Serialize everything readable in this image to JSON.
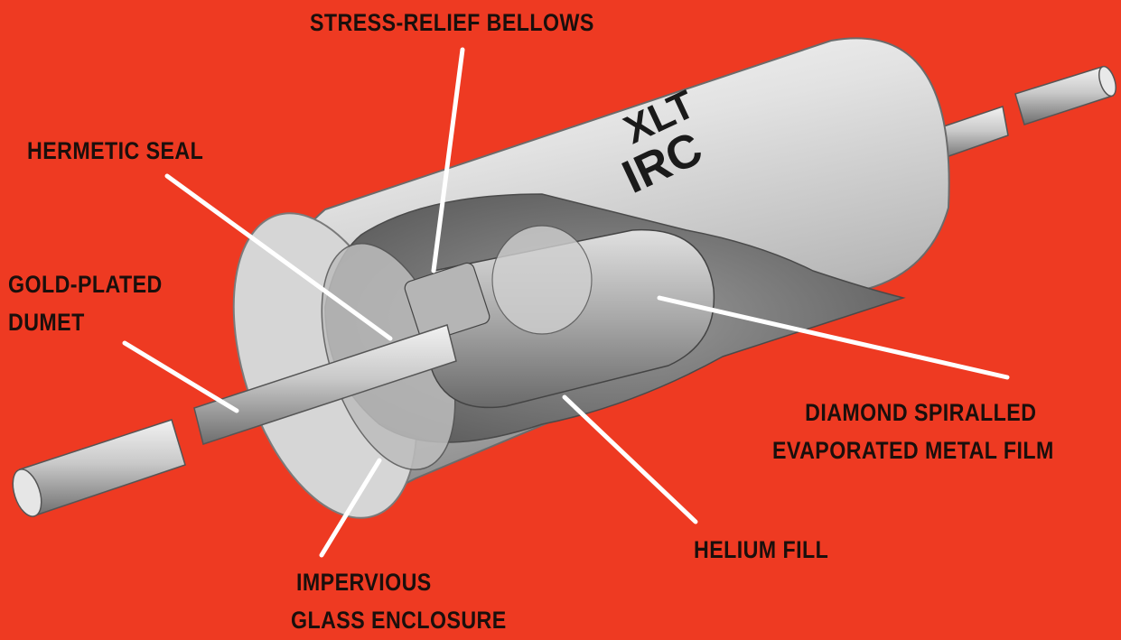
{
  "diagram": {
    "background": "#ee3a22",
    "logo_text": [
      "XLT",
      "IRC"
    ],
    "labels": {
      "stress_relief_bellows": "STRESS-RELIEF BELLOWS",
      "hermetic_seal": "HERMETIC SEAL",
      "gold_plated_dumet": [
        "GOLD-PLATED",
        "DUMET"
      ],
      "diamond_spiralled": [
        "DIAMOND SPIRALLED",
        "EVAPORATED METAL FILM"
      ],
      "helium_fill": "HELIUM FILL",
      "impervious_glass": [
        "IMPERVIOUS",
        "GLASS ENCLOSURE"
      ]
    }
  }
}
